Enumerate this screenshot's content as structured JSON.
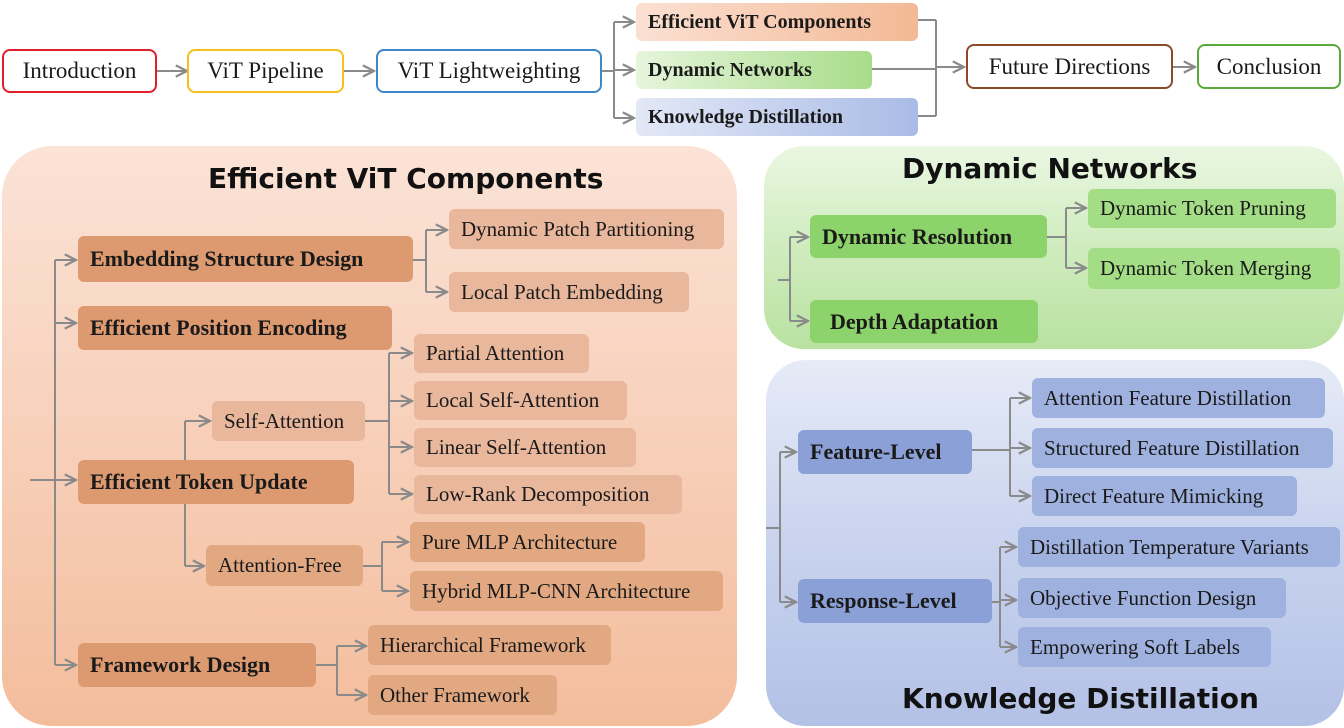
{
  "top_row": {
    "introduction": "Introduction",
    "vit_pipeline": "ViT Pipeline",
    "vit_lightweighting": "ViT Lightweighting",
    "efficient_vit_components": "Efficient ViT Components",
    "dynamic_networks": "Dynamic Networks",
    "knowledge_distillation": "Knowledge Distillation",
    "future_directions": "Future Directions",
    "conclusion": "Conclusion"
  },
  "efficient_panel": {
    "title": "Efficient ViT Components",
    "embedding_structure_design": "Embedding Structure Design",
    "dynamic_patch_partitioning": "Dynamic Patch Partitioning",
    "local_patch_embedding": "Local Patch Embedding",
    "efficient_position_encoding": "Efficient Position Encoding",
    "self_attention": "Self-Attention",
    "partial_attention": "Partial Attention",
    "local_self_attention": "Local Self-Attention",
    "linear_self_attention": "Linear Self-Attention",
    "low_rank_decomposition": "Low-Rank Decomposition",
    "efficient_token_update": "Efficient Token Update",
    "attention_free": "Attention-Free",
    "pure_mlp_architecture": "Pure MLP Architecture",
    "hybrid_mlp_cnn_architecture": "Hybrid MLP-CNN Architecture",
    "framework_design": "Framework Design",
    "hierarchical_framework": "Hierarchical Framework",
    "other_framework": "Other Framework"
  },
  "dynamic_panel": {
    "title": "Dynamic Networks",
    "dynamic_resolution": "Dynamic Resolution",
    "dynamic_token_pruning": "Dynamic Token Pruning",
    "dynamic_token_merging": "Dynamic Token Merging",
    "depth_adaptation": "Depth Adaptation"
  },
  "kd_panel": {
    "title": "Knowledge Distillation",
    "feature_level": "Feature-Level",
    "attention_feature_distillation": "Attention Feature Distillation",
    "structured_feature_distillation": "Structured Feature Distillation",
    "direct_feature_mimicking": "Direct Feature Mimicking",
    "response_level": "Response-Level",
    "distillation_temperature_variants": "Distillation Temperature Variants",
    "objective_function_design": "Objective Function Design",
    "empowering_soft_labels": "Empowering Soft Labels"
  },
  "colors": {
    "introduction_border": "#e0202a",
    "vit_pipeline_border": "#f2c21a",
    "vit_lightweighting_border": "#3f86c8",
    "future_directions_border": "#8a4a2a",
    "conclusion_border": "#5aaa3a",
    "orange_panel": "#f6c7ad",
    "green_panel": "#cfeebd",
    "blue_panel": "#c2cdec",
    "connector": "#8a8a8a"
  }
}
